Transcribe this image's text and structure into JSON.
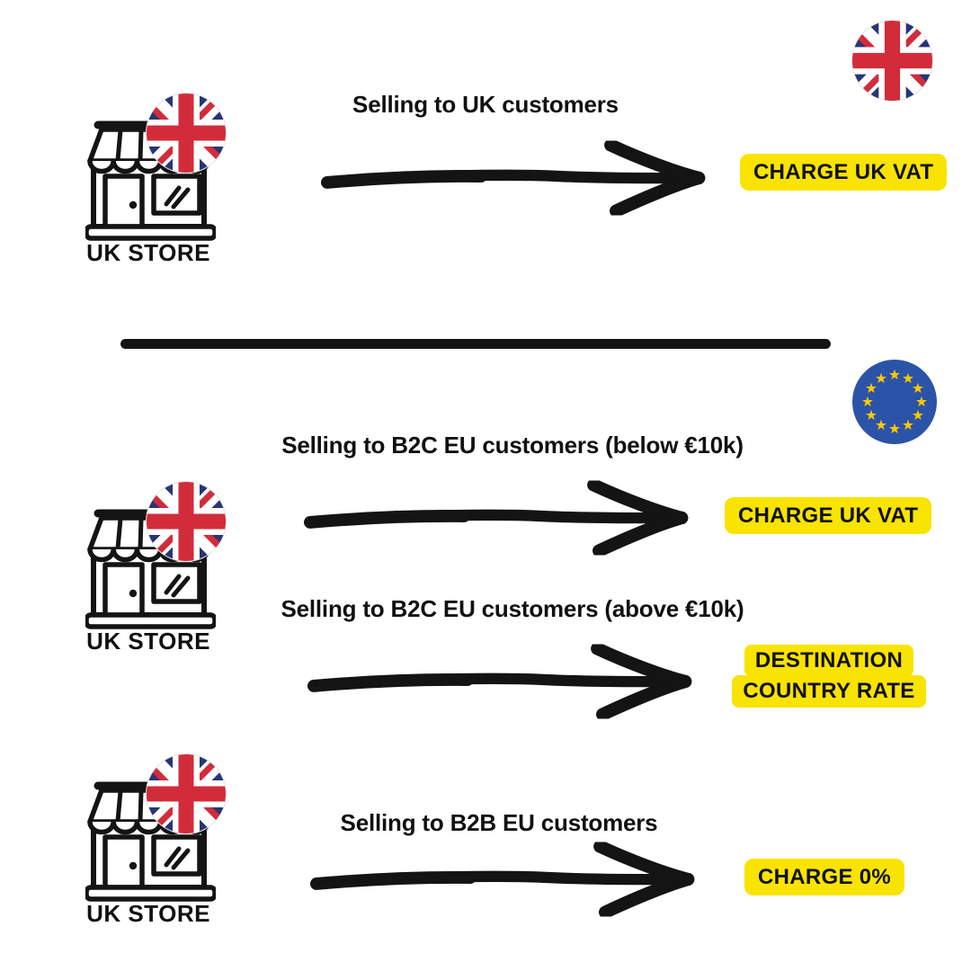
{
  "diagram": {
    "store_label": "UK STORE",
    "uk_section": {
      "flow_label": "Selling to UK customers",
      "badge": "CHARGE UK VAT"
    },
    "eu_section": {
      "flow_below_label": "Selling to B2C EU customers (below €10k)",
      "badge_below": "CHARGE UK VAT",
      "flow_above_label": "Selling to B2C EU customers (above €10k)",
      "badge_above_line1": "DESTINATION",
      "badge_above_line2": "COUNTRY RATE",
      "flow_b2b_label": "Selling to B2B EU customers",
      "badge_b2b": "CHARGE 0%"
    }
  },
  "icons": {
    "store": "storefront-icon",
    "uk_flag": "uk-flag-icon",
    "eu_flag": "eu-flag-icon",
    "arrow": "hand-drawn-arrow-icon"
  },
  "colors": {
    "highlight_yellow": "#F9E300",
    "flag_blue": "#283577",
    "flag_red": "#D22C3B",
    "flag_white": "#FFFFFF",
    "eu_blue": "#2B53A8",
    "eu_star_yellow": "#FDC800",
    "ink": "#141414"
  }
}
